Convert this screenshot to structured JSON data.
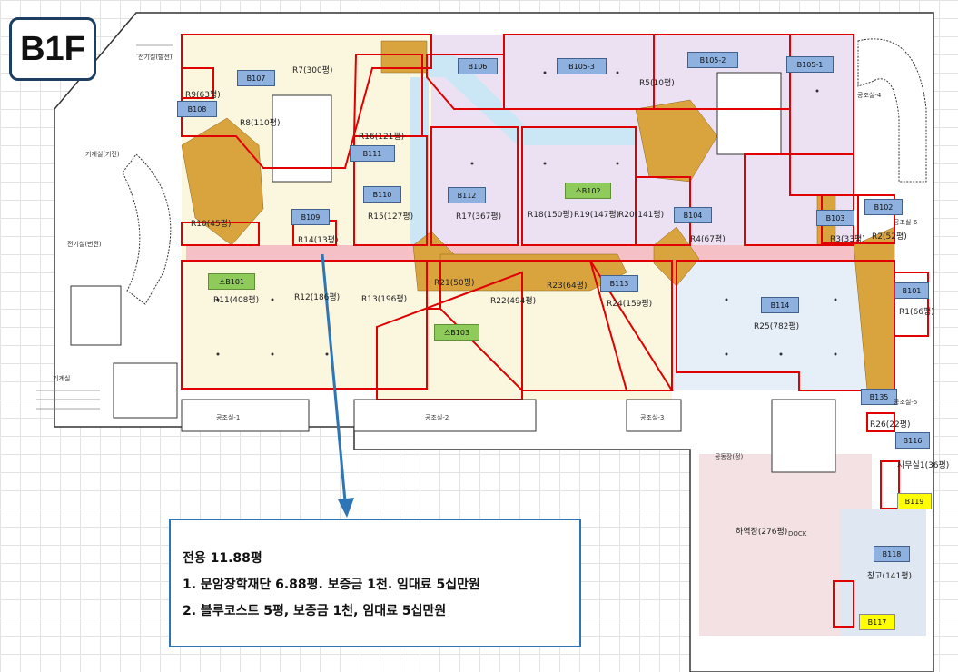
{
  "floor": "B1F",
  "unit_tags": [
    {
      "id": "B107",
      "color": "blue"
    },
    {
      "id": "B108",
      "color": "blue"
    },
    {
      "id": "B106",
      "color": "blue"
    },
    {
      "id": "B105-3",
      "color": "blue"
    },
    {
      "id": "B105-2",
      "color": "blue"
    },
    {
      "id": "B105-1",
      "color": "blue"
    },
    {
      "id": "B111",
      "color": "blue"
    },
    {
      "id": "B110",
      "color": "blue"
    },
    {
      "id": "B112",
      "color": "blue"
    },
    {
      "id": "스B102",
      "color": "green"
    },
    {
      "id": "B109",
      "color": "blue"
    },
    {
      "id": "B104",
      "color": "blue"
    },
    {
      "id": "B103",
      "color": "blue"
    },
    {
      "id": "B102",
      "color": "blue"
    },
    {
      "id": "스B101",
      "color": "green"
    },
    {
      "id": "B113",
      "color": "blue"
    },
    {
      "id": "B101",
      "color": "blue"
    },
    {
      "id": "B114",
      "color": "blue"
    },
    {
      "id": "스B103",
      "color": "green"
    },
    {
      "id": "B135",
      "color": "blue"
    },
    {
      "id": "B116",
      "color": "blue"
    },
    {
      "id": "B119",
      "color": "yellow"
    },
    {
      "id": "B118",
      "color": "blue"
    },
    {
      "id": "B117",
      "color": "yellow"
    }
  ],
  "room_labels": [
    "R9(63평)",
    "R7(300평)",
    "R8(110평)",
    "R16(121평)",
    "R5(10평)",
    "R15(127평)",
    "R17(367평)",
    "R18(150평)",
    "R19(147평)",
    "R20(141평)",
    "R10(45평)",
    "R14(13평)",
    "R4(67평)",
    "R3(33평)",
    "R2(52평)",
    "R11(408평)",
    "R12(186평)",
    "R13(196평)",
    "R21(50평)",
    "R22(494평)",
    "R23(64평)",
    "R24(159평)",
    "R25(782평)",
    "R1(66평)",
    "R26(22평)",
    "사무실1(36평)",
    "창고(141평)",
    "하역장(276평)"
  ],
  "service_labels": [
    "전기실(발전)",
    "기계실(기전)",
    "전기실(변전)",
    "기계실",
    "공조실-1",
    "공조실-2",
    "공조실-3",
    "공조실-4",
    "공조실-5",
    "공조실-6",
    "DOCK",
    "공동장(정)"
  ],
  "callout": {
    "title": "전용 11.88평",
    "lines": [
      "1. 문암장학재단 6.88평. 보증금 1천. 임대료 5십만원",
      "2. 블루코스트 5평, 보증금 1천, 임대료 5십만원"
    ]
  },
  "colors": {
    "lease_outline": "#e00000",
    "core": "#d9a33e",
    "corridor_pink": "#f5c0c6",
    "corridor_blue": "#cbe7f5",
    "zone_purple": "#ece1f3",
    "zone_yellow": "#fbf6de",
    "zone_lightblue": "#e6eef8",
    "zone_pink": "#f3e1e3",
    "callout_border": "#2e75b6",
    "arrow": "#2e75b6",
    "tag_blue": "#8eb1e0",
    "tag_green": "#8ecb5a",
    "tag_yellow": "#ffff00"
  }
}
